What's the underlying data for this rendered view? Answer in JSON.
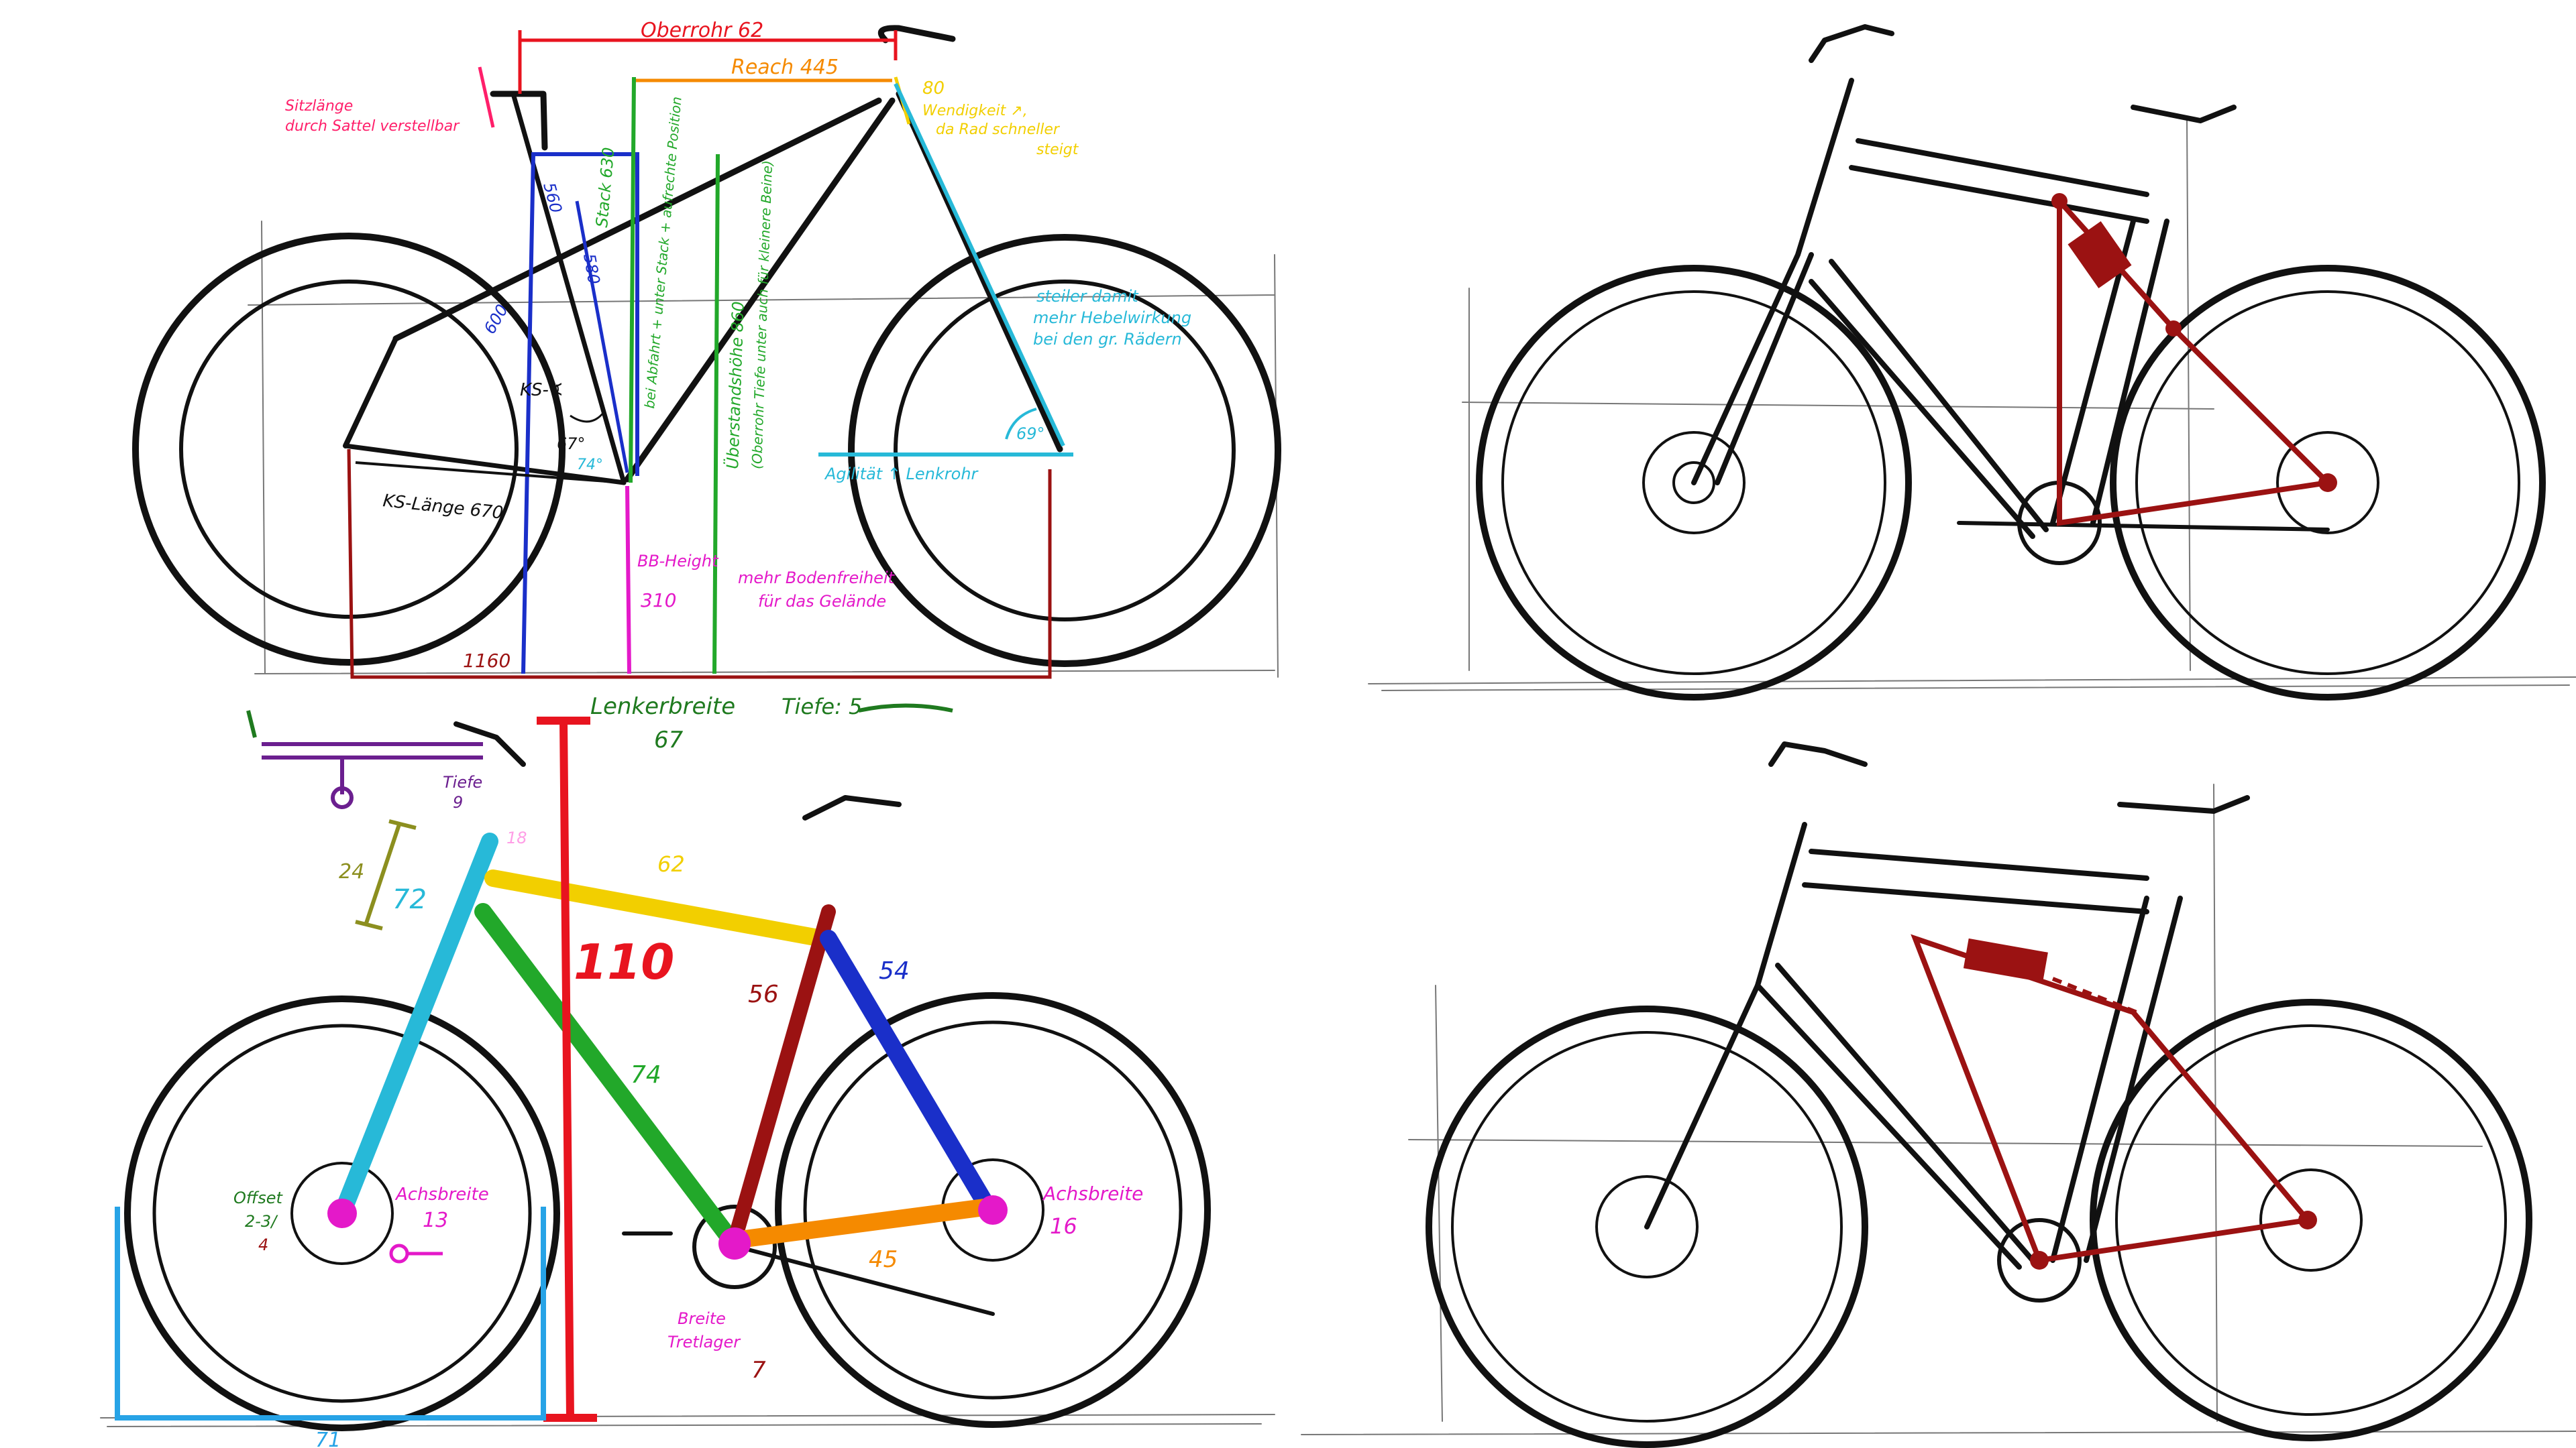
{
  "colors": {
    "ink": "#111111",
    "red": "#e8141f",
    "orange": "#f58a00",
    "yellow": "#f2cf00",
    "green": "#22a82a",
    "cyan": "#27b9d8",
    "blue": "#1a2fc9",
    "magenta": "#e419c9",
    "dark_red": "#9b1212",
    "purple": "#6b1f8f",
    "olive": "#8c8f1f",
    "pink": "#ff1f6a",
    "sky": "#27a3e6",
    "dark_green": "#1f7a1f"
  },
  "panel_top_left": {
    "oberrohr": "Oberrohr 62",
    "reach": "Reach 445",
    "sitzlaenge": "Sitzlänge",
    "sitzlaenge_note": "durch Sattel verstellbar",
    "steuerrohr_num": "80",
    "steuerrohr_note_1": "Wendigkeit ↗,",
    "steuerrohr_note_2": "da Rad schneller",
    "steuerrohr_note_3": "steigt",
    "sitzrohr_short": "560",
    "sitzrohr_long": "580",
    "sitz_diag": "600",
    "stack_1": "Stack 630",
    "stack_2": "bei Abfahrt + unter Stack + aufrechte Position",
    "overstand_1": "Überstandshöhe 860",
    "overstand_2": "(Oberrohr Tiefe unter auch für kleinere Beine)",
    "fork_note_1": "steiler damit",
    "fork_note_2": "mehr Hebelwirkung",
    "fork_note_3": "bei den gr. Rädern",
    "angle_head": "69°",
    "agility": "Agilität ↑ Lenkrohr",
    "ks_winkel": "KS-∢",
    "angle_67": "67°",
    "angle_74": "74°",
    "ks_laenge": "KS-Länge 670",
    "bb_label": "BB-Height",
    "bb_value": "310",
    "bb_note_1": "mehr Bodenfreiheit",
    "bb_note_2": "für das Gelände",
    "wheelbase": "1160"
  },
  "panel_bottom_left": {
    "lenker_label": "Lenkerbreite",
    "lenker_value": "67",
    "tiefe_5": "Tiefe: 5",
    "tiefe_9_label": "Tiefe",
    "tiefe_9_value": "9",
    "h24": "24",
    "h72": "72",
    "steerer_18": "18",
    "top_62": "62",
    "height_110": "110",
    "seat_56": "56",
    "stay_54": "54",
    "down_74": "74",
    "chain_45": "45",
    "offset_label": "Offset",
    "offset_value": "2-3/",
    "offset_value_2": "4",
    "achsbreite_front": "Achsbreite",
    "achsbreite_front_value": "13",
    "achsbreite_rear": "Achsbreite",
    "achsbreite_rear_value": "16",
    "breite": "Breite",
    "tretlager": "Tretlager",
    "tretlager_value": "7",
    "width_71": "71"
  }
}
